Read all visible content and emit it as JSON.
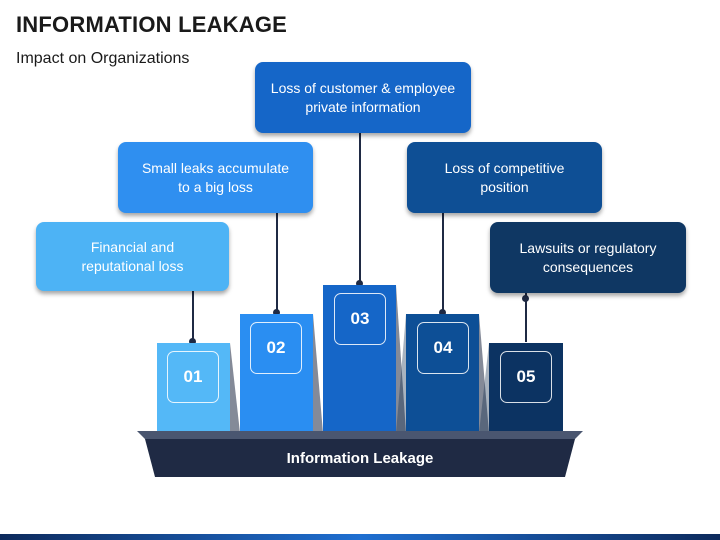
{
  "header": {
    "title": "INFORMATION LEAKAGE",
    "subtitle": "Impact on Organizations"
  },
  "base": {
    "label": "Information Leakage",
    "color": "#1f2a44"
  },
  "items": [
    {
      "number": "01",
      "line1": "Financial and",
      "line2": "reputational loss",
      "color": "#4db3f5",
      "bar_color": "#54b8f7"
    },
    {
      "number": "02",
      "line1": "Small leaks accumulate",
      "line2": "to a big loss",
      "color": "#2f8ff0",
      "bar_color": "#2a8ef2"
    },
    {
      "number": "03",
      "line1": "Loss of customer & employee",
      "line2": "private information",
      "color": "#1566c8",
      "bar_color": "#1566c8"
    },
    {
      "number": "04",
      "line1": "Loss of competitive",
      "line2": "position",
      "color": "#0e4f95",
      "bar_color": "#0d4f96"
    },
    {
      "number": "05",
      "line1": "Lawsuits or regulatory",
      "line2": "consequences",
      "color": "#0f3763",
      "bar_color": "#0c3362"
    }
  ]
}
